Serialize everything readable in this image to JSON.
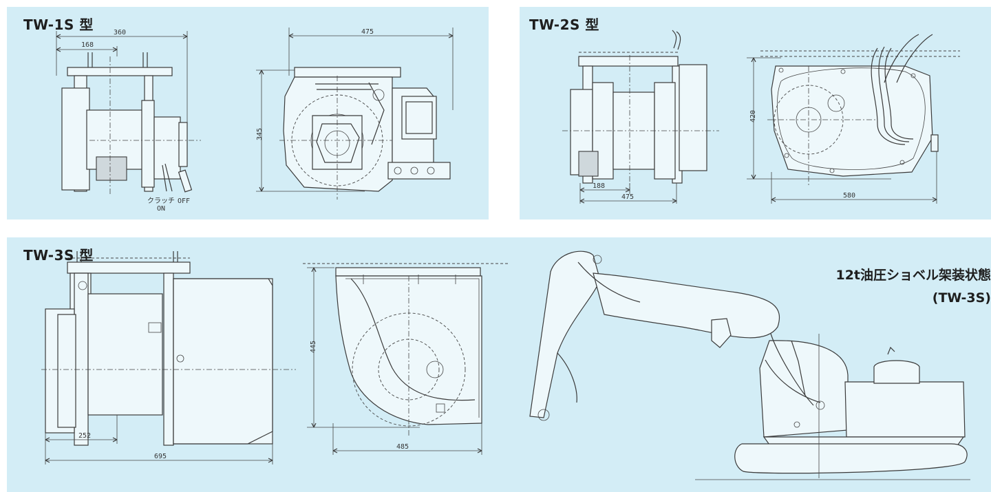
{
  "panels": {
    "tw1s": {
      "title": "TW-1S 型",
      "dims": {
        "width_total": "360",
        "width_center": "168",
        "length": "475",
        "height": "345"
      },
      "labels": {
        "clutch": "クラッチ",
        "on": "ON",
        "off": "OFF"
      }
    },
    "tw2s": {
      "title": "TW-2S 型",
      "dims": {
        "width_center": "188",
        "width_total": "475",
        "height": "420",
        "length": "580"
      }
    },
    "tw3s": {
      "title": "TW-3S 型",
      "dims": {
        "width_center": "252",
        "width_total": "695",
        "height": "445",
        "length": "485"
      },
      "caption_line1": "12t油圧ショベル架装状態",
      "caption_line2": "(TW-3S)"
    }
  },
  "colors": {
    "panel_bg": "#d3edf6",
    "line": "#3a3a3a"
  }
}
